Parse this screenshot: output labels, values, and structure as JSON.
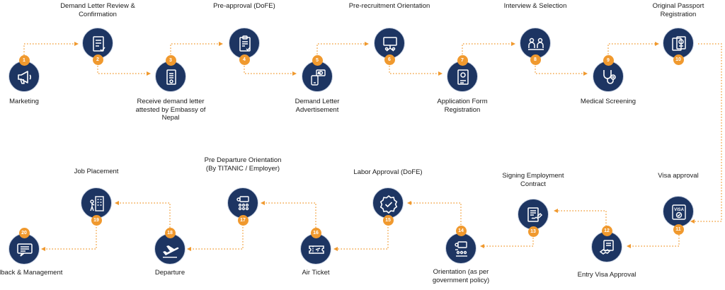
{
  "steps": [
    {
      "num": "1",
      "label": "Marketing",
      "icon": "megaphone-icon"
    },
    {
      "num": "2",
      "label": "Demand Letter Review & Confirmation",
      "icon": "document-review-icon"
    },
    {
      "num": "3",
      "label": "Receive demand letter attested by Embassy of Nepal",
      "icon": "attested-letter-icon"
    },
    {
      "num": "4",
      "label": "Pre-approval (DoFE)",
      "icon": "clipboard-check-icon"
    },
    {
      "num": "5",
      "label": "Demand Letter Advertisement",
      "icon": "advertisement-icon"
    },
    {
      "num": "6",
      "label": "Pre-recruitment Orientation",
      "icon": "presentation-icon"
    },
    {
      "num": "7",
      "label": "Application Form Registration",
      "icon": "application-form-icon"
    },
    {
      "num": "8",
      "label": "Interview & Selection",
      "icon": "interview-icon"
    },
    {
      "num": "9",
      "label": "Medical Screening",
      "icon": "stethoscope-icon"
    },
    {
      "num": "10",
      "label": "Original Passport Registration",
      "icon": "passport-icon"
    },
    {
      "num": "11",
      "label": "Visa approval",
      "icon": "visa-icon"
    },
    {
      "num": "12",
      "label": "Entry Visa Approval",
      "icon": "handshake-document-icon"
    },
    {
      "num": "13",
      "label": "Signing Employment Contract",
      "icon": "contract-signing-icon"
    },
    {
      "num": "14",
      "label": "Orientation (as per government policy)",
      "icon": "government-orientation-icon"
    },
    {
      "num": "15",
      "label": "Labor Approval (DoFE)",
      "icon": "approval-badge-icon"
    },
    {
      "num": "16",
      "label": "Air Ticket",
      "icon": "ticket-icon"
    },
    {
      "num": "17",
      "label": "Pre Departure Orientation (By TITANIC / Employer)",
      "icon": "classroom-icon"
    },
    {
      "num": "18",
      "label": "Departure",
      "icon": "airplane-icon"
    },
    {
      "num": "19",
      "label": "Job Placement",
      "icon": "building-worker-icon"
    },
    {
      "num": "20",
      "label": "Feedback & Management",
      "icon": "feedback-icon"
    }
  ],
  "colors": {
    "circle": "#1d3562",
    "badge": "#f0992e",
    "connector": "#f0992e",
    "text": "#1a1a1a"
  }
}
